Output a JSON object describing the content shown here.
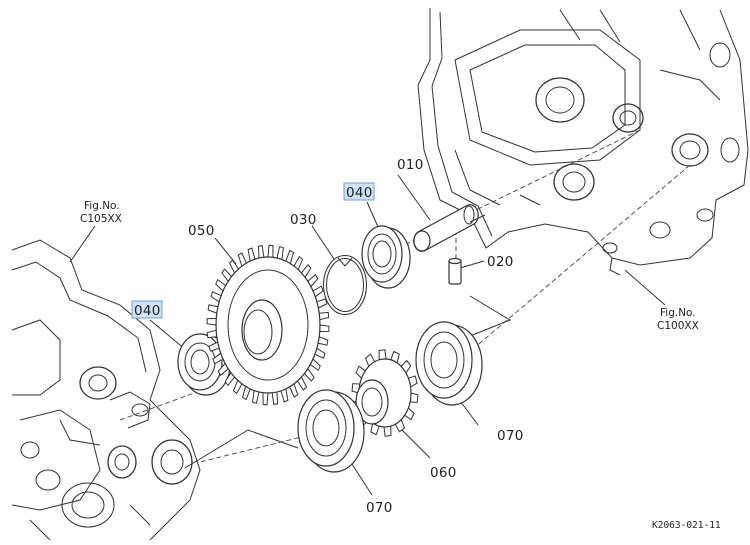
{
  "figure_refs": {
    "left": {
      "line1": "Fig.No.",
      "line2": "C105XX"
    },
    "right": {
      "line1": "Fig.No.",
      "line2": "C100XX"
    }
  },
  "callouts": {
    "shaft": "010",
    "pin": "020",
    "snap_ring": "030",
    "bearing_upper": "040",
    "bearing_left": "040",
    "gear_large": "050",
    "gear_small": "060",
    "bearing_lower": "070",
    "bearing_right": "070"
  },
  "drawing_number": "K2063-021-11",
  "colors": {
    "highlight": "#cfe1f7",
    "highlight_border": "#6f9fd8",
    "line": "#333333"
  }
}
